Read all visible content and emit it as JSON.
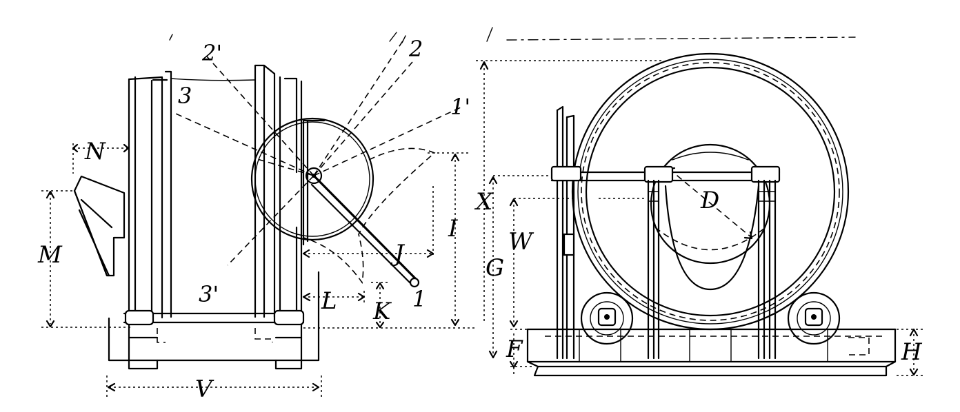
{
  "figure": {
    "labels": {
      "n": "N",
      "m": "M",
      "v": "V",
      "l": "L",
      "k": "K",
      "j": "J",
      "i": "I",
      "p1": "1",
      "p1p": "1'",
      "p2": "2",
      "p2p": "2'",
      "p3": "3",
      "p3p": "3'",
      "x": "X",
      "w": "W",
      "g": "G",
      "f": "F",
      "h": "H",
      "d": "D"
    }
  }
}
